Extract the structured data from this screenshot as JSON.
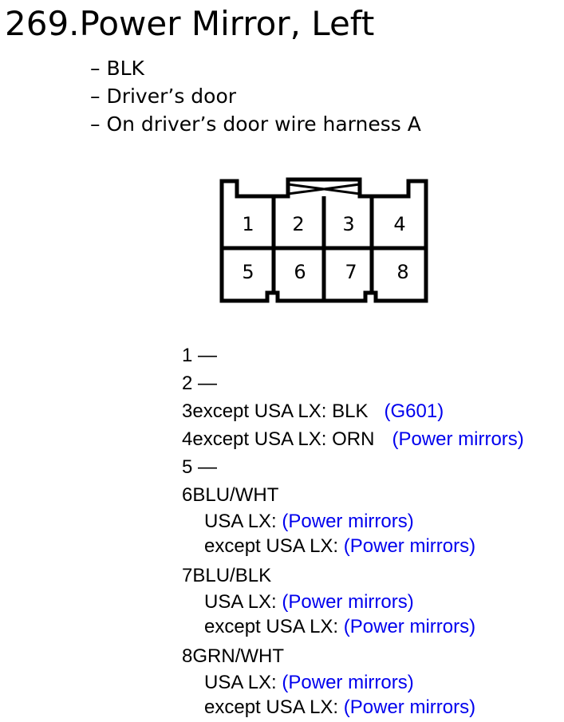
{
  "header": {
    "number": "269.",
    "title": "Power Mirror, Left"
  },
  "notes": [
    "– BLK",
    "– Driver’s door",
    "– On driver’s door wire harness A"
  ],
  "connector": {
    "top_row": [
      "1",
      "2",
      "3",
      "4"
    ],
    "bottom_row": [
      "5",
      "6",
      "7",
      "8"
    ]
  },
  "pins": [
    {
      "num": "1",
      "text": " —"
    },
    {
      "num": "2",
      "text": " —"
    },
    {
      "num": "3",
      "text": "except USA LX: BLK",
      "link": "(G601)"
    },
    {
      "num": "4",
      "text": "except USA LX: ORN",
      "link": "(Power mirrors)"
    },
    {
      "num": "5",
      "text": " —"
    },
    {
      "num": "6",
      "text": "BLU/WHT",
      "subs": [
        {
          "label": "USA LX: ",
          "link": "(Power mirrors)"
        },
        {
          "label": "except USA LX: ",
          "link": "(Power mirrors)"
        }
      ]
    },
    {
      "num": "7",
      "text": "BLU/BLK",
      "subs": [
        {
          "label": "USA LX: ",
          "link": "(Power mirrors)"
        },
        {
          "label": "except USA LX: ",
          "link": "(Power mirrors)"
        }
      ]
    },
    {
      "num": "8",
      "text": "GRN/WHT",
      "subs": [
        {
          "label": "USA LX: ",
          "link": "(Power mirrors)"
        },
        {
          "label": "except USA LX: ",
          "link": "(Power mirrors)"
        }
      ]
    }
  ]
}
